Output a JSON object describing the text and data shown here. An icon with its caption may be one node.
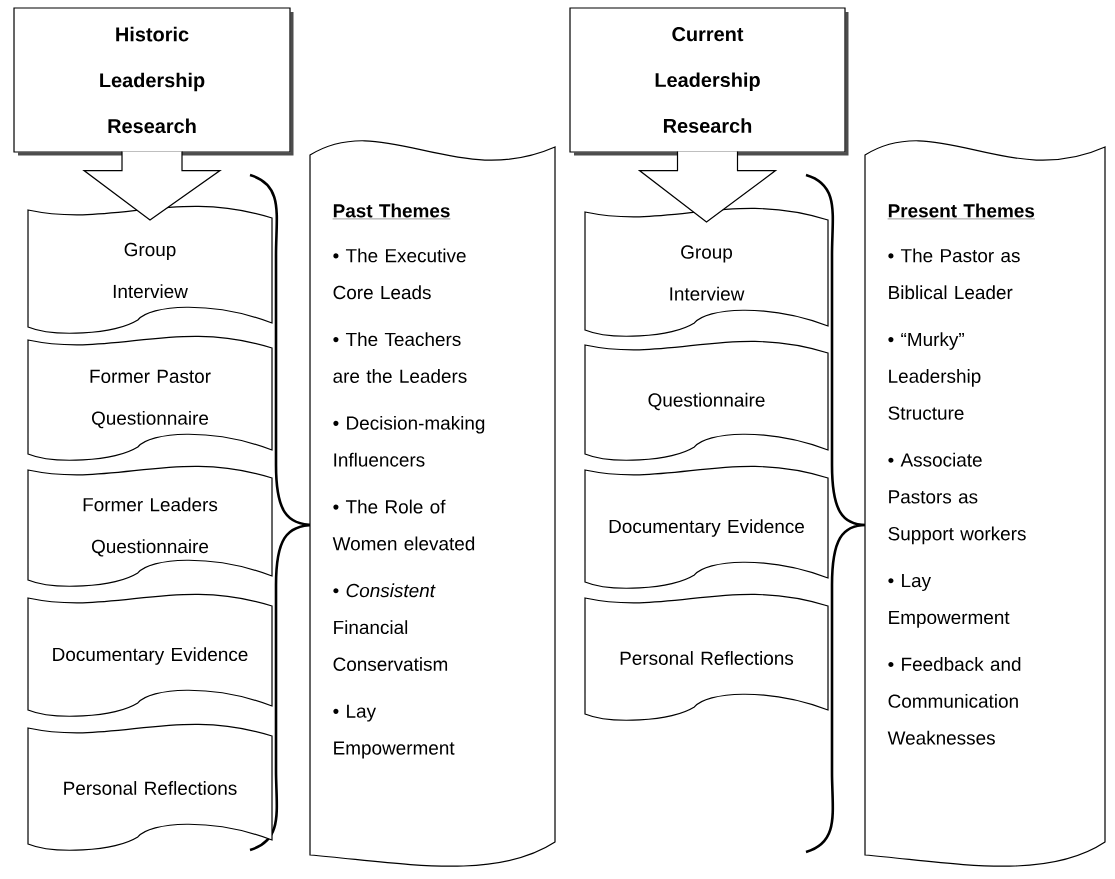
{
  "diagram": {
    "nodes": [
      {
        "text": [
          "Historic Leadership Research"
        ]
      },
      {
        "text": [
          "Group Interview"
        ]
      },
      {
        "text": [
          "Former Pastor Questionnaire"
        ]
      },
      {
        "text": [
          "Former Leaders Questionnaire"
        ]
      },
      {
        "text": [
          "Documentary Evidence"
        ]
      },
      {
        "text": [
          "Personal Reflections"
        ]
      },
      {
        "text": [
          "Past Themes",
          "• The Executive Core Leads",
          "• The Teachers are the Leaders",
          "• Decision-making Influencers",
          "• The Role of Women elevated",
          "• *Consistent* Financial Conservatism",
          "• Lay Empowerment"
        ]
      },
      {
        "text": [
          "Current Leadership Research"
        ]
      },
      {
        "text": [
          "Group Interview"
        ]
      },
      {
        "text": [
          "Questionnaire"
        ]
      },
      {
        "text": [
          "Documentary Evidence"
        ]
      },
      {
        "text": [
          "Personal Reflections"
        ]
      },
      {
        "text": [
          "Present Themes",
          "• The Pastor as Biblical Leader",
          "• “Murky” Leadership Structure",
          "• Associate Pastors as Support workers",
          "• Lay Empowerment",
          "• Feedback and Communication Weaknesses"
        ]
      }
    ],
    "edges": [
      {
        "from": 0,
        "to": 1,
        "arrow": "to"
      },
      {
        "from": 7,
        "to": 8,
        "arrow": "to"
      }
    ]
  }
}
